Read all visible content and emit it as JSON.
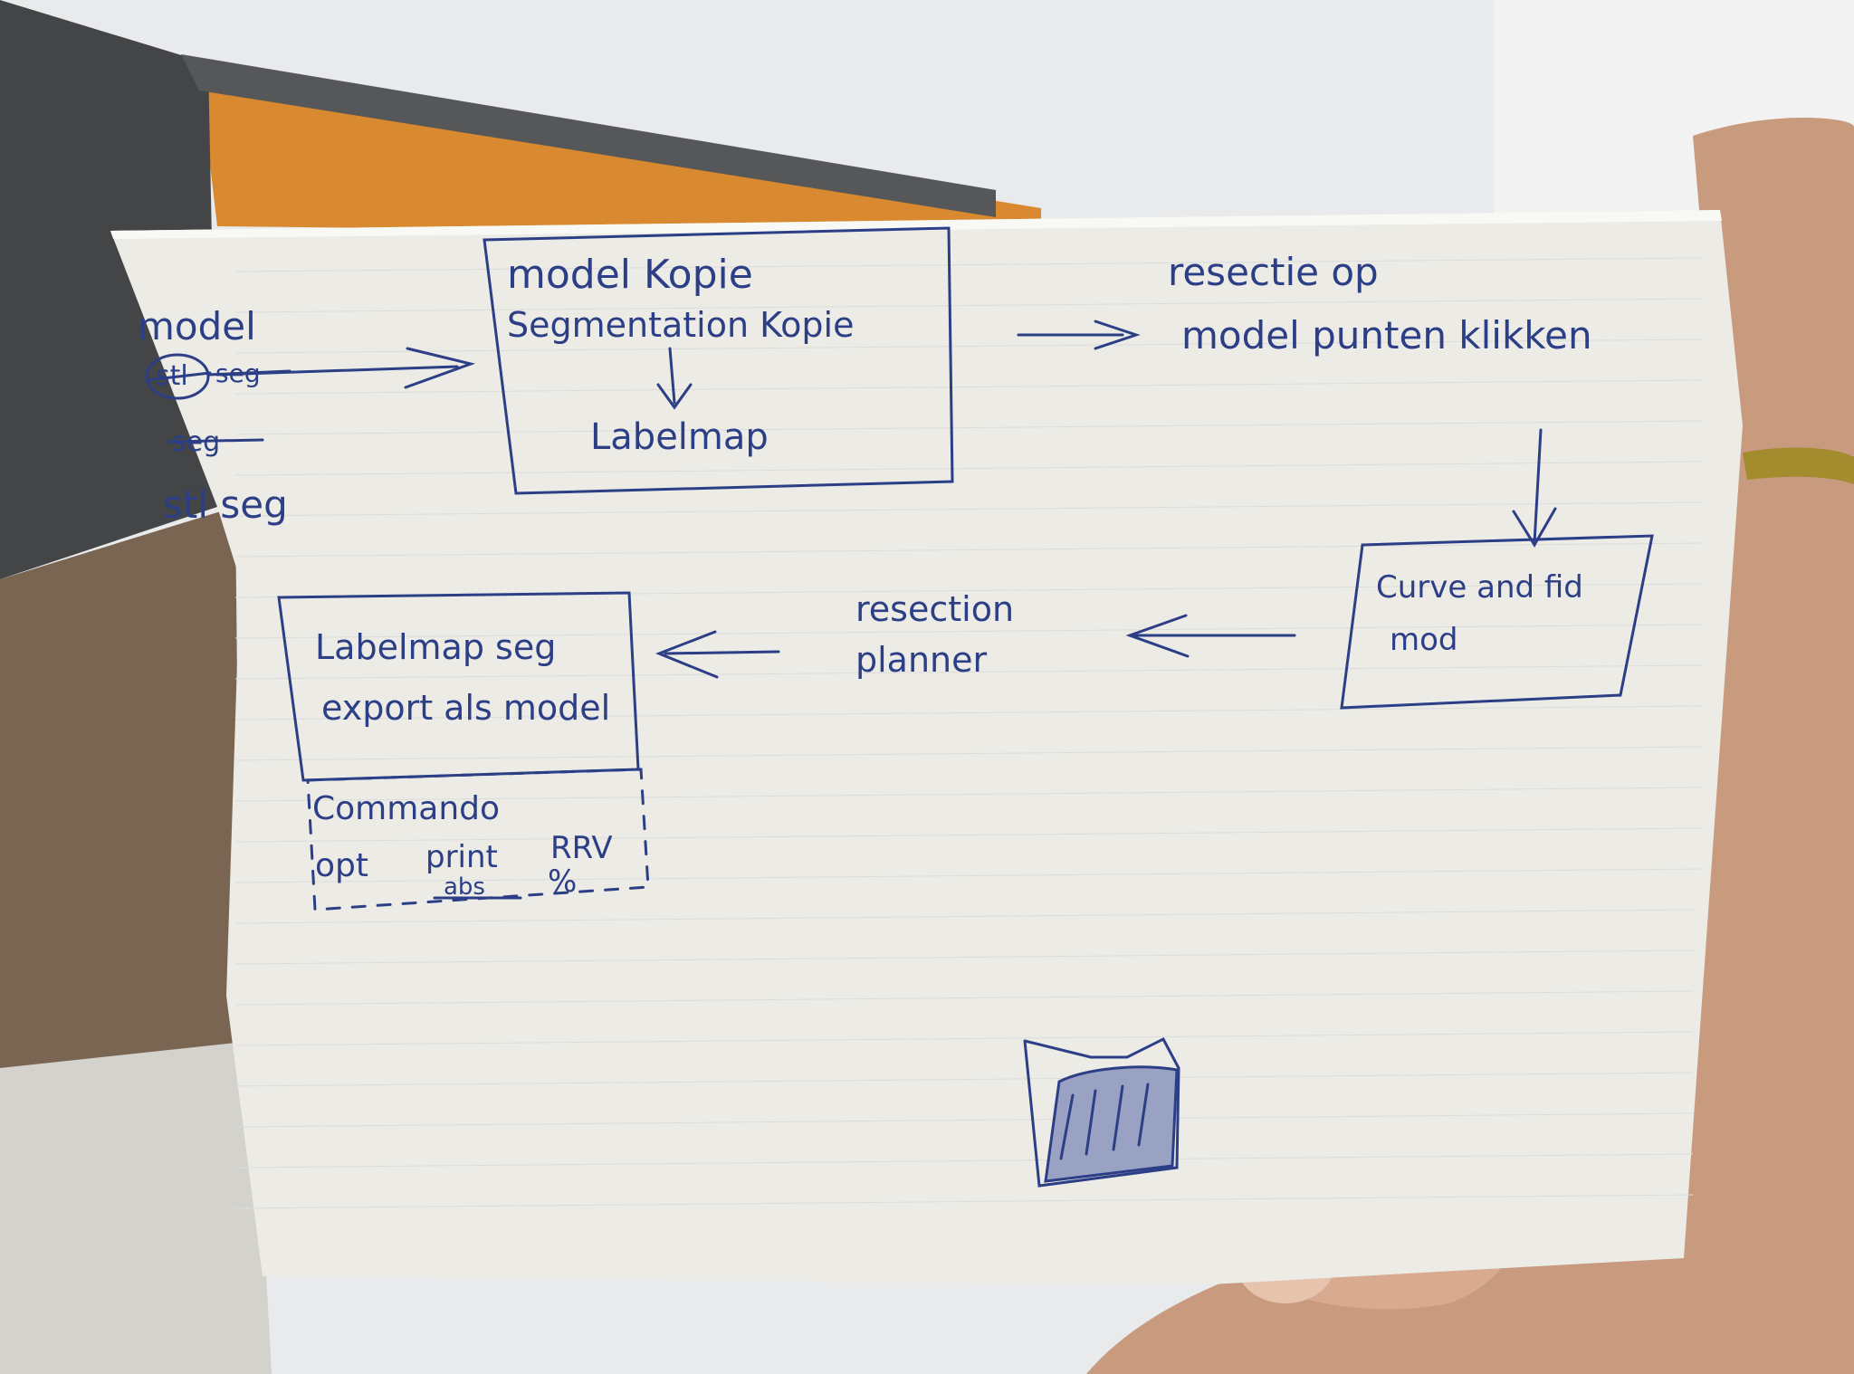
{
  "colors": {
    "ink": "#2c3f86",
    "paper": "#ecebe5",
    "wall": "#e9eaec",
    "orange": "#d9892f",
    "couch": "#444546",
    "wood": "#7a6553",
    "skin": "#c89a7e"
  },
  "left_notes": {
    "model": "model",
    "struck_stl": "stl",
    "struck_seg": "seg",
    "struck_seg2": "seg",
    "stl_seg": "stl seg"
  },
  "box_model_copy": {
    "line1": "model Kopie",
    "line2": "Segmentation Kopie",
    "line3": "Labelmap"
  },
  "resection_note": {
    "line1": "resectie op",
    "line2": "model punten klikken"
  },
  "box_curve": {
    "line1": "Curve and fid",
    "line2": "mod"
  },
  "resection_planner": {
    "line1": "resection",
    "line2": "planner"
  },
  "box_labelmap": {
    "line1": "Labelmap seg",
    "line2": "export als model"
  },
  "commando_box": {
    "title": "Commando",
    "opt": "opt",
    "print": "print",
    "abs": "abs",
    "rrv": "RRV",
    "percent": "%"
  },
  "icons": {
    "sketch": "bone-fragment-sketch-icon"
  }
}
